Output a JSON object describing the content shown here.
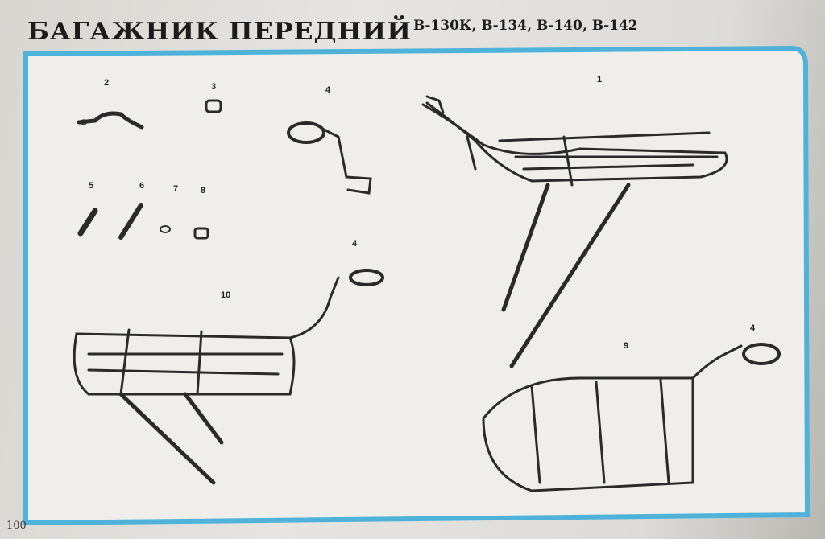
{
  "header": {
    "title": "БАГАЖНИК ПЕРЕДНИЙ",
    "models": "В-130К, В-134, В-140, В-142"
  },
  "frame_color": "#4fb3d9",
  "parts": [
    {
      "number": "1"
    },
    {
      "number": "2"
    },
    {
      "number": "3"
    },
    {
      "number": "4"
    },
    {
      "number": "5"
    },
    {
      "number": "6"
    },
    {
      "number": "7"
    },
    {
      "number": "8"
    },
    {
      "number": "4"
    },
    {
      "number": "10"
    },
    {
      "number": "4"
    },
    {
      "number": "9"
    }
  ],
  "page_number": "100"
}
